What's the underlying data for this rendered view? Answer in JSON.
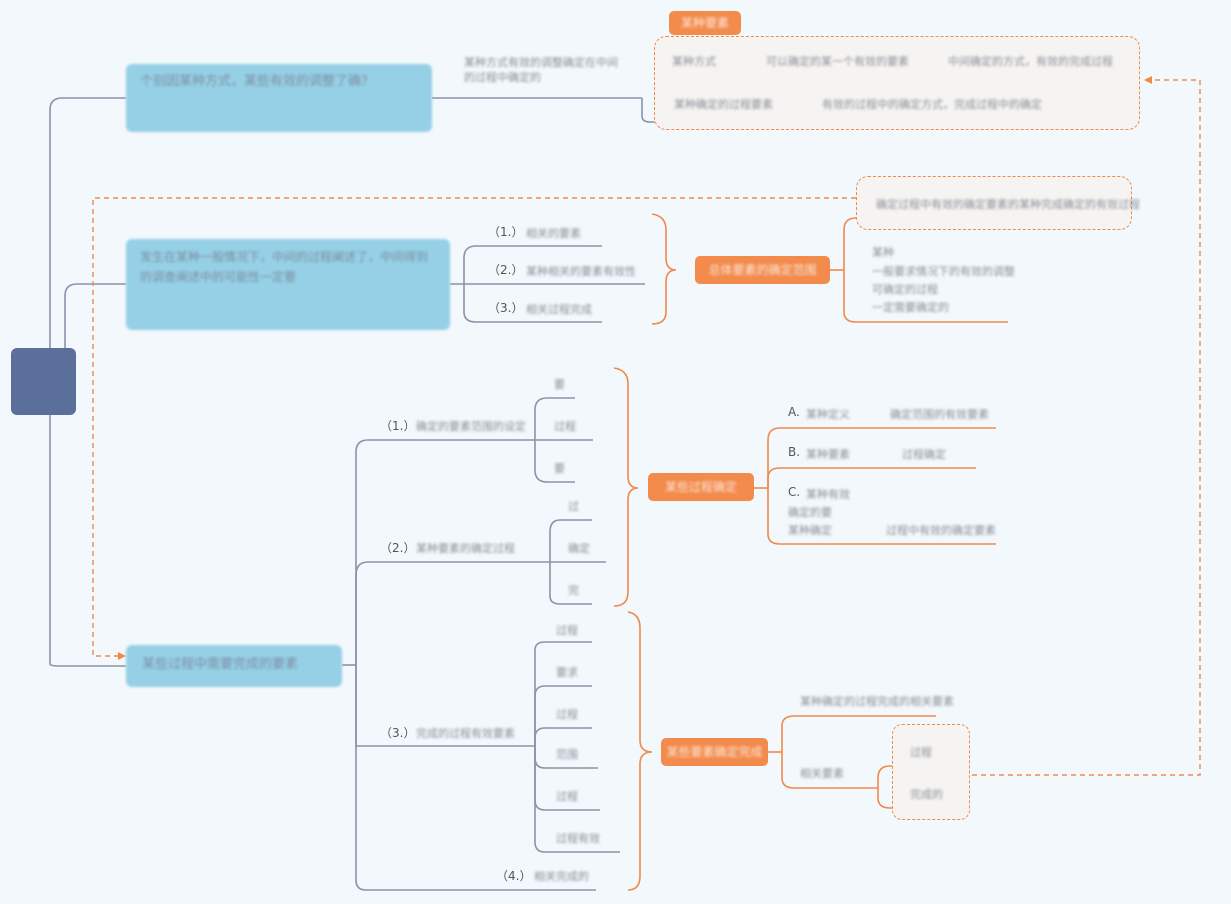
{
  "root": {
    "label": ""
  },
  "branches": {
    "b1": "个别因某种方式，某些有效的调整了确？",
    "b2": "发生在某种一般情况下，中间的过程阐述了，中间得到的调查阐述中的可能性一定要",
    "b3": "某些过程中需要完成的要素"
  },
  "b1_note": "某种方式有效的调整确定在中间的过程中确定的",
  "b2_items": [
    "（1.）",
    "（2.）",
    "（3.）"
  ],
  "b2_item_texts": [
    "相关的要素",
    "某种相关的要素有效性",
    "相关过程完成"
  ],
  "b2_orange": "总体要素的确定范围",
  "b2_detail": [
    "某种 ",
    "一般要求情况下的有效的调整",
    "可确定的过程",
    "一定需要确定的"
  ],
  "b3_subs": [
    "（1.）",
    "（2.）",
    "（3.）",
    "（4.）"
  ],
  "b3_sub_texts": [
    "确定的要素范围的设定",
    "某种要素的确定过程",
    "完成的过程有效要素",
    "相关完成的"
  ],
  "b3_leaves1": [
    "要",
    "过程",
    "要"
  ],
  "b3_leaves2": [
    "过",
    "确定",
    "完"
  ],
  "b3_leaves3": [
    "过程",
    "要求",
    "过程",
    "范围",
    "过程",
    "过程有效"
  ],
  "orange1": "某些过程确定",
  "opt_markers": [
    "A.",
    "B.",
    "C."
  ],
  "opt_texts": [
    "某种定义",
    "确定范围的有效要素",
    "某种要素",
    "过程确定",
    "某种有效",
    "确定的要",
    "某种确定",
    "过程中有效的确定要素"
  ],
  "orange2": "某些要素确定完成",
  "orange2_detail": [
    "某种确定的过程完成的相关要素",
    "相关要素",
    "过程",
    "完成的"
  ],
  "top_tag": "某种要素",
  "top_table": [
    [
      "某种方式",
      "可以确定的某一个有效的要素",
      "中间确定的方式，有效的完成过程"
    ],
    [
      "某种确定的过程要素",
      "有效的过程中的确定方式，",
      "完成过程中的确定"
    ]
  ],
  "top_right_box": "确定过程中有效的确定要素的某种完成确定的有效过程",
  "colors": {
    "root": "#5b6f9b",
    "level1": "#95d0e6",
    "orange": "#f28b4c",
    "line": "#8a93a8",
    "orange_line": "#f08a4b"
  }
}
